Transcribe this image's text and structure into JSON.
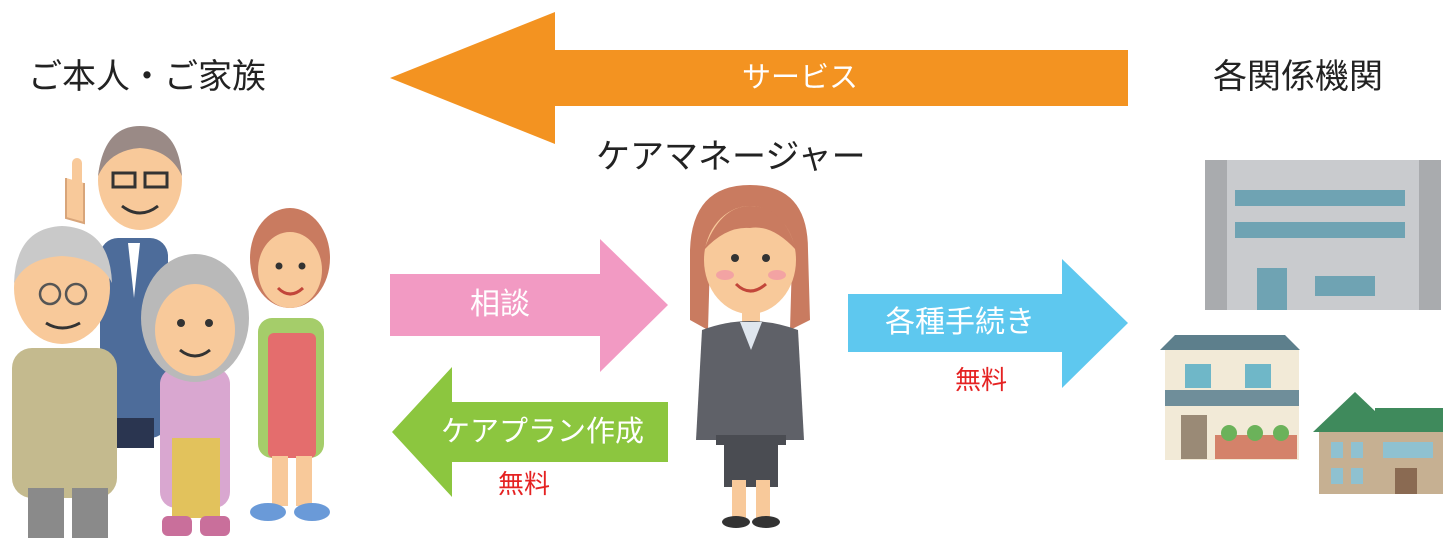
{
  "headings": {
    "family": "ご本人・ご家族",
    "agencies": "各関係機関",
    "care_manager": "ケアマネージャー"
  },
  "arrows": {
    "service": {
      "label": "サービス",
      "color": "#f39321"
    },
    "consultation": {
      "label": "相談",
      "color": "#f29ac3"
    },
    "procedures": {
      "label": "各種手続き",
      "color": "#5ec8ef"
    },
    "care_plan": {
      "label": "ケアプラン作成",
      "color": "#8cc63f"
    }
  },
  "notes": {
    "procedures_free": "無料",
    "care_plan_free": "無料"
  },
  "colors": {
    "free_text": "#e52222",
    "heading_text": "#222222"
  },
  "illustrations": {
    "family": "family-group-icon",
    "care_manager": "care-manager-woman-icon",
    "agencies": "buildings-icon"
  }
}
